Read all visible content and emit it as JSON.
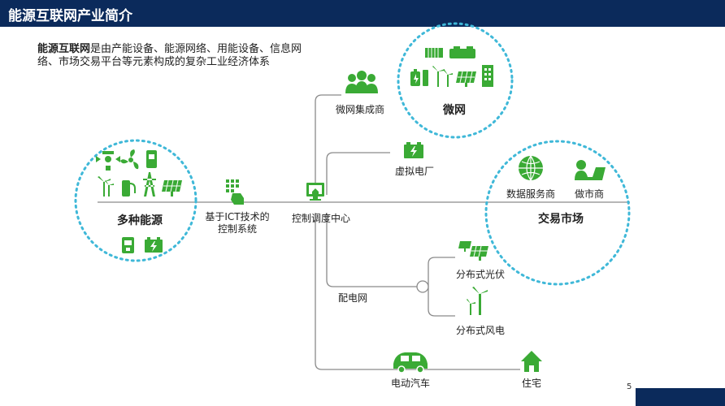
{
  "header": {
    "title": "能源互联网产业简介"
  },
  "intro": {
    "term": "能源互联网",
    "text": "是由产能设备、能源网络、用能设备、信息网络、市场交易平台等元素构成的复杂工业经济体系"
  },
  "nodes": {
    "energy": "多种能源",
    "ict": "基于ICT技术的控制系统",
    "ict_line1": "基于ICT技术的",
    "ict_line2": "控制系统",
    "control_center": "控制调度中心",
    "microgrid_integrator": "微网集成商",
    "microgrid": "微网",
    "virtual_plant": "虚拟电厂",
    "data_service": "数据服务商",
    "market_maker": "做市商",
    "trading_market": "交易市场",
    "distribution_grid": "配电网",
    "distributed_pv": "分布式光伏",
    "distributed_wind": "分布式风电",
    "ev": "电动汽车",
    "residence": "住宅"
  },
  "page_number": "5",
  "colors": {
    "header": "#0b2a5b",
    "green": "#3aaa35",
    "dotted": "#3fb8d8",
    "line": "#8a8a8a"
  }
}
